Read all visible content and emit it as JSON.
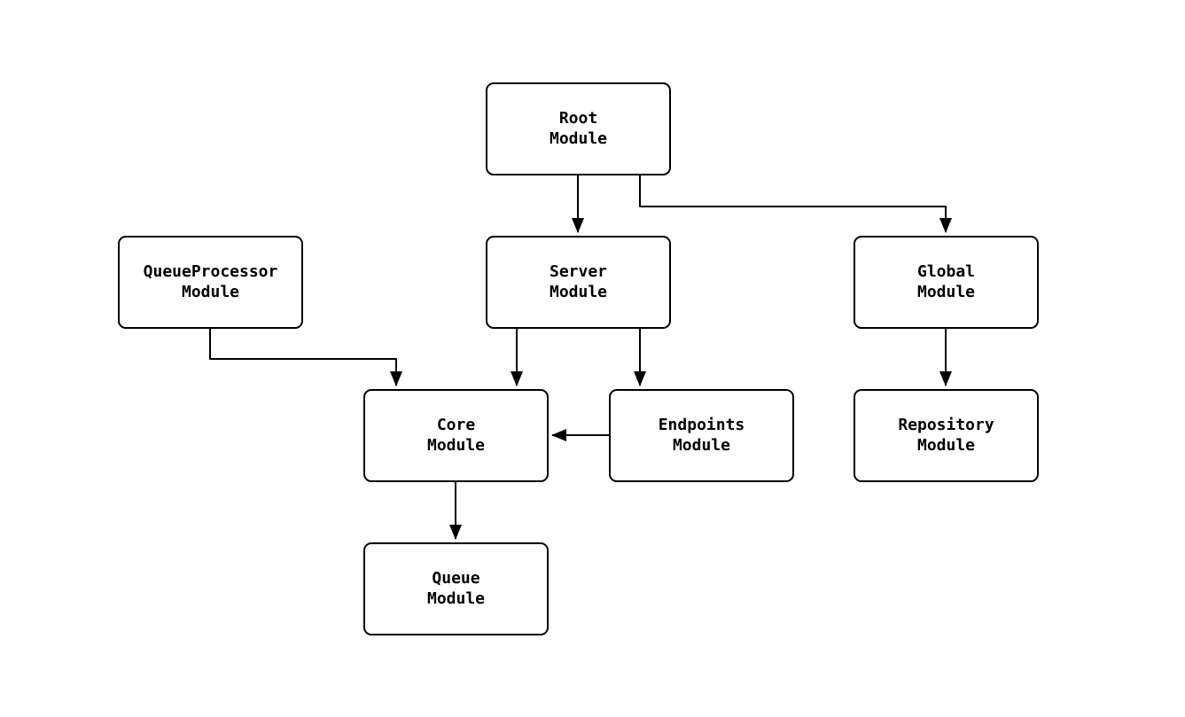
{
  "diagram": {
    "type": "module-dependency-graph",
    "background_color": "#ffffff",
    "node_border_color": "#000000",
    "node_fill_color": "#ffffff",
    "edge_color": "#000000"
  },
  "nodes": {
    "root": {
      "label": "Root\nModule"
    },
    "queueprocessor": {
      "label": "QueueProcessor\nModule"
    },
    "server": {
      "label": "Server\nModule"
    },
    "global": {
      "label": "Global\nModule"
    },
    "core": {
      "label": "Core\nModule"
    },
    "endpoints": {
      "label": "Endpoints\nModule"
    },
    "repository": {
      "label": "Repository\nModule"
    },
    "queue": {
      "label": "Queue\nModule"
    }
  },
  "edges": [
    {
      "from": "Root Module",
      "to": "Server Module"
    },
    {
      "from": "Root Module",
      "to": "Global Module"
    },
    {
      "from": "QueueProcessor Module",
      "to": "Core Module"
    },
    {
      "from": "Server Module",
      "to": "Core Module"
    },
    {
      "from": "Server Module",
      "to": "Endpoints Module"
    },
    {
      "from": "Endpoints Module",
      "to": "Core Module"
    },
    {
      "from": "Global Module",
      "to": "Repository Module"
    },
    {
      "from": "Core Module",
      "to": "Queue Module"
    }
  ]
}
